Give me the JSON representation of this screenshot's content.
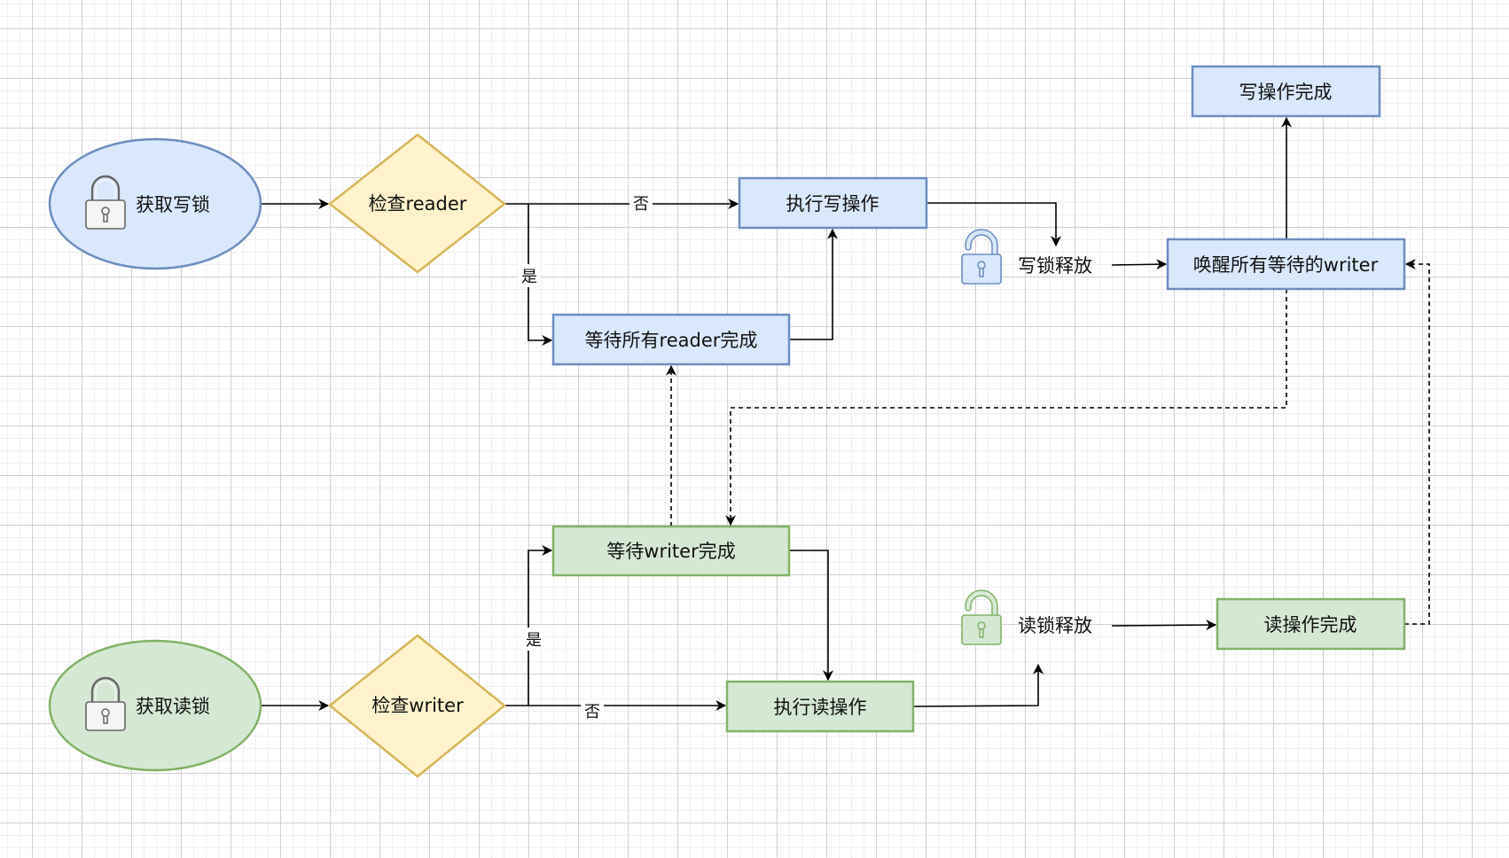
{
  "diagram": {
    "title_hint": "读写锁流程",
    "colors": {
      "write_fill": "#dae8fc",
      "write_stroke": "#6c8ebf",
      "read_fill": "#d5e8d4",
      "read_stroke": "#82b366",
      "decision_fill": "#fff2cc",
      "decision_stroke": "#d6b656",
      "lock_fill": "#f5f5f5",
      "lock_stroke": "#666666"
    },
    "nodes": {
      "acquire_write": "获取写锁",
      "check_reader": "检查reader",
      "exec_write": "执行写操作",
      "wait_readers": "等待所有reader完成",
      "write_release": "写锁释放",
      "wake_writers": "唤醒所有等待的writer",
      "write_done": "写操作完成",
      "acquire_read": "获取读锁",
      "check_writer": "检查writer",
      "wait_writer": "等待writer完成",
      "exec_read": "执行读操作",
      "read_release": "读锁释放",
      "read_done": "读操作完成"
    },
    "edge_labels": {
      "reader_no": "否",
      "reader_yes": "是",
      "writer_yes": "是",
      "writer_no": "否"
    },
    "icons": {
      "acquire_write_icon": "lock-closed-icon",
      "acquire_read_icon": "lock-closed-icon",
      "write_release_icon": "lock-open-icon",
      "read_release_icon": "lock-open-icon"
    }
  }
}
